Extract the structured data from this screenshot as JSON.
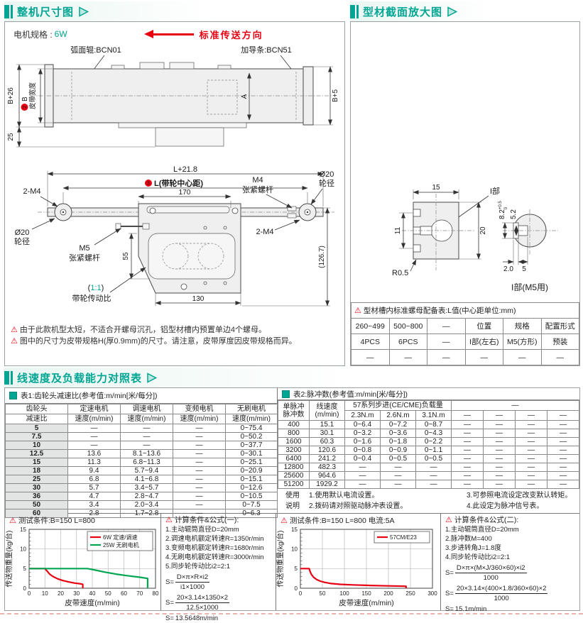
{
  "icons": {
    "warning": "⚠"
  },
  "colors": {
    "teal": "#00a693",
    "red": "#e60012",
    "green": "#00a651"
  },
  "panel_dimensions": {
    "title": "整机尺寸图",
    "motor_spec_label": "电机规格 :",
    "motor_spec_value": "6W",
    "direction_label": "标准传送方向",
    "top_view": {
      "label_roller": "弧面辊:BCN01",
      "label_guide": "加导条:BCN51",
      "dim_b26": "B+26",
      "callout2": "2",
      "dim_b": "B",
      "dim_belt_width": "皮带宽度",
      "dim_25": "25",
      "dim_a": "A",
      "dim_b5": "B+5"
    },
    "side_view": {
      "dim_l218": "L+21.8",
      "callout3": "3",
      "dim_l_center": "L(带轮中心距)",
      "dim_170": "170",
      "dim_130": "130",
      "dim_55": "55",
      "dim_1267": "(126.7)",
      "label_2m4_left": "2-M4",
      "label_2m4_right": "2-M4",
      "label_d20_left_1": "Ø20",
      "label_d20_left_2": "轮径",
      "label_d20_right_1": "Ø20",
      "label_d20_right_2": "轮径",
      "label_m5_1": "M5",
      "label_m5_2": "张紧螺杆",
      "label_m4_1": "M4",
      "label_m4_2": "张紧螺杆",
      "ratio_prefix": "(",
      "ratio_value": "1:1",
      "ratio_suffix": ")",
      "ratio_label": "带轮传动比"
    },
    "notes": [
      "由于此款机型太短，不适合开螺母沉孔，铝型材槽内预置单边4个螺母。",
      "图中的尺寸为皮带规格H(厚0.9mm)的尺寸。请注意，皮带厚度因皮带规格而异。"
    ]
  },
  "panel_profile": {
    "title": "型材截面放大图",
    "section": {
      "dim_15": "15",
      "part_label": "I部",
      "dim_11": "11",
      "dim_20": "20",
      "r05": "R0.5",
      "dim_82": "8.2",
      "tol_top": "+0.5",
      "tol_bot": "0",
      "dim_52": "5.2",
      "dim_2_0": "2.0",
      "dim_5": "5",
      "detail_label": "I部(M5用)"
    },
    "table": {
      "caption": "型材槽内标准螺母配备表:L值(中心距单位:mm)",
      "rows": [
        [
          "260~499",
          "500~800",
          "—",
          "位置",
          "规格",
          "配置形式"
        ],
        [
          "4PCS",
          "6PCS",
          "—",
          "I部(左右)",
          "M5(方形)",
          "预装"
        ],
        [
          "—",
          "—",
          "—",
          "—",
          "—",
          "—"
        ]
      ]
    }
  },
  "panel_speed": {
    "title": "线速度及负载能力对照表",
    "table1": {
      "caption": "表1:齿轮头减速比(参考值:m/min[米/每分])",
      "col_top": [
        "齿轮头",
        "定速电机",
        "调速电机",
        "变频电机",
        "无刷电机"
      ],
      "col_bot": [
        "减速比",
        "速度(m/min)",
        "速度(m/min)",
        "速度(m/min)",
        "速度(m/min)"
      ],
      "rows": [
        [
          "5",
          "—",
          "—",
          "—",
          "0~75.4"
        ],
        [
          "7.5",
          "—",
          "—",
          "—",
          "0~50.2"
        ],
        [
          "10",
          "—",
          "—",
          "—",
          "0~37.7"
        ],
        [
          "12.5",
          "13.6",
          "8.1~13.6",
          "—",
          "0~30.1"
        ],
        [
          "15",
          "11.3",
          "6.8~11.3",
          "—",
          "0~25.1"
        ],
        [
          "18",
          "9.4",
          "5.7~9.4",
          "—",
          "0~20.9"
        ],
        [
          "25",
          "6.8",
          "4.1~6.8",
          "—",
          "0~15.1"
        ],
        [
          "30",
          "5.7",
          "3.4~5.7",
          "—",
          "0~12.6"
        ],
        [
          "36",
          "4.7",
          "2.8~4.7",
          "—",
          "0~10.5"
        ],
        [
          "50",
          "3.4",
          "2.0~3.4",
          "—",
          "0~7.5"
        ],
        [
          "60",
          "2.8",
          "1.7~2.8",
          "—",
          "0~6.3"
        ]
      ]
    },
    "table2": {
      "caption": "表2:脉冲数(参考值:m/min[米/每分])",
      "header": {
        "col1": [
          "单脉冲",
          "脉冲数"
        ],
        "col2": [
          "线速度",
          "(m/min)"
        ],
        "group": "57系列步进(CE/CME)负载量",
        "group2": "—",
        "sub": [
          "2.3N.m",
          "2.6N.m",
          "3.1N.m",
          "—",
          "—",
          "—",
          "—"
        ]
      },
      "rows": [
        [
          "400",
          "15.1",
          "0~6.4",
          "0~7.2",
          "0~8.7",
          "—",
          "—",
          "—",
          "—"
        ],
        [
          "800",
          "30.1",
          "0~3.2",
          "0~3.6",
          "0~4.3",
          "—",
          "—",
          "—",
          "—"
        ],
        [
          "1600",
          "60.3",
          "0~1.6",
          "0~1.8",
          "0~2.2",
          "—",
          "—",
          "—",
          "—"
        ],
        [
          "3200",
          "120.6",
          "0~0.8",
          "0~0.9",
          "0~1.1",
          "—",
          "—",
          "—",
          "—"
        ],
        [
          "6400",
          "241.2",
          "0~0.4",
          "0~0.5",
          "0~0.5",
          "—",
          "—",
          "—",
          "—"
        ],
        [
          "12800",
          "482.3",
          "—",
          "—",
          "—",
          "—",
          "—",
          "—",
          "—"
        ],
        [
          "25600",
          "964.6",
          "—",
          "—",
          "—",
          "—",
          "—",
          "—",
          "—"
        ],
        [
          "51200",
          "1929.2",
          "—",
          "—",
          "—",
          "—",
          "—",
          "—",
          "—"
        ]
      ],
      "notes_label": [
        "使用",
        "说明"
      ],
      "notes_col1": [
        "1.使用默认电流设置。",
        "2.拨码请对照驱动脉冲表设置。"
      ],
      "notes_col2": [
        "3.可参照电流设定改变默认转矩。",
        "4.此设定为脉冲信号表。"
      ]
    },
    "formula1": {
      "heading": "计算条件&公式(一):",
      "conditions": [
        "1.主动辊筒直径D=20mm",
        "2.调速电机额定转速R=1350r/min",
        "3.变频电机额定转速R=1680r/min",
        "4.无刷电机额定转速R=3000r/min",
        "5.同步轮传动比i2=2:1"
      ],
      "formulas": [
        {
          "lhs": "S=",
          "num": "D×π×R×i2",
          "den": "i1×1000"
        },
        {
          "lhs": "S=",
          "num": "20×3.14×1350×2",
          "den": "12.5×1000"
        },
        {
          "lhs": "S=",
          "plain": "13.5648m/min"
        }
      ]
    },
    "formula2": {
      "heading": "计算条件&公式(二):",
      "conditions": [
        "1.主动辊筒直径D=20mm",
        "2.脉冲数M=400",
        "3.步进转角J=1.8度",
        "4.同步轮传动比i2=2:1"
      ],
      "formulas": [
        {
          "lhs": "S=",
          "num": "D×π×(M×J/360×60)×i2",
          "den": "1000"
        },
        {
          "lhs": "S=",
          "num": "20×3.14×(400×1.8/360×60)×2",
          "den": "1000"
        },
        {
          "lhs": "S=",
          "plain": "15.1m/min"
        }
      ]
    }
  },
  "chart_data": [
    {
      "type": "line",
      "title": "测试条件:B=150  L=800",
      "xlabel": "皮带速度(m/min)",
      "ylabel": "传送物重量(kg/台)",
      "xlim": [
        0,
        80
      ],
      "ylim": [
        0,
        15
      ],
      "xticks": [
        0,
        10,
        20,
        30,
        40,
        50,
        60,
        70,
        80
      ],
      "yticks": [
        0,
        5,
        10,
        15
      ],
      "grid": true,
      "legend_pos": "top-right",
      "series": [
        {
          "name": "6W 定速/调速",
          "color": "#e60012",
          "points": [
            [
              0,
              5
            ],
            [
              10,
              5
            ],
            [
              11.5,
              4.3
            ],
            [
              13,
              3.6
            ],
            [
              15,
              3.0
            ],
            [
              18,
              2.4
            ],
            [
              21,
              2.0
            ],
            [
              25,
              1.6
            ],
            [
              29,
              1.3
            ],
            [
              33,
              1.1
            ],
            [
              34,
              1.0
            ],
            [
              34,
              0
            ]
          ]
        },
        {
          "name": "25W 无刷电机",
          "color": "#00a651",
          "points": [
            [
              0,
              5
            ],
            [
              37,
              5
            ],
            [
              42,
              4.6
            ],
            [
              48,
              4.1
            ],
            [
              55,
              3.6
            ],
            [
              62,
              3.2
            ],
            [
              70,
              2.8
            ],
            [
              75,
              2.5
            ],
            [
              75,
              0
            ]
          ]
        }
      ]
    },
    {
      "type": "line",
      "title": "测试条件:B=150  L=800  电流:5A",
      "xlabel": "皮带速度(m/min)",
      "ylabel": "传送物重量(kg/台)",
      "xlim": [
        0,
        300
      ],
      "ylim": [
        0,
        15
      ],
      "xticks": [
        0,
        50,
        100,
        150,
        200,
        250,
        300
      ],
      "yticks": [
        0,
        5,
        10,
        15
      ],
      "grid": true,
      "legend_pos": "top-right",
      "series": [
        {
          "name": "57CM/E23",
          "color": "#e60012",
          "points": [
            [
              0,
              5
            ],
            [
              20,
              5
            ],
            [
              22,
              4.3
            ],
            [
              25,
              3.5
            ],
            [
              30,
              2.8
            ],
            [
              37,
              2.2
            ],
            [
              45,
              1.8
            ],
            [
              55,
              1.5
            ],
            [
              70,
              1.2
            ],
            [
              90,
              1.0
            ],
            [
              120,
              0.85
            ],
            [
              160,
              0.7
            ],
            [
              200,
              0.6
            ],
            [
              240,
              0.5
            ],
            [
              240,
              0
            ]
          ]
        }
      ]
    }
  ]
}
